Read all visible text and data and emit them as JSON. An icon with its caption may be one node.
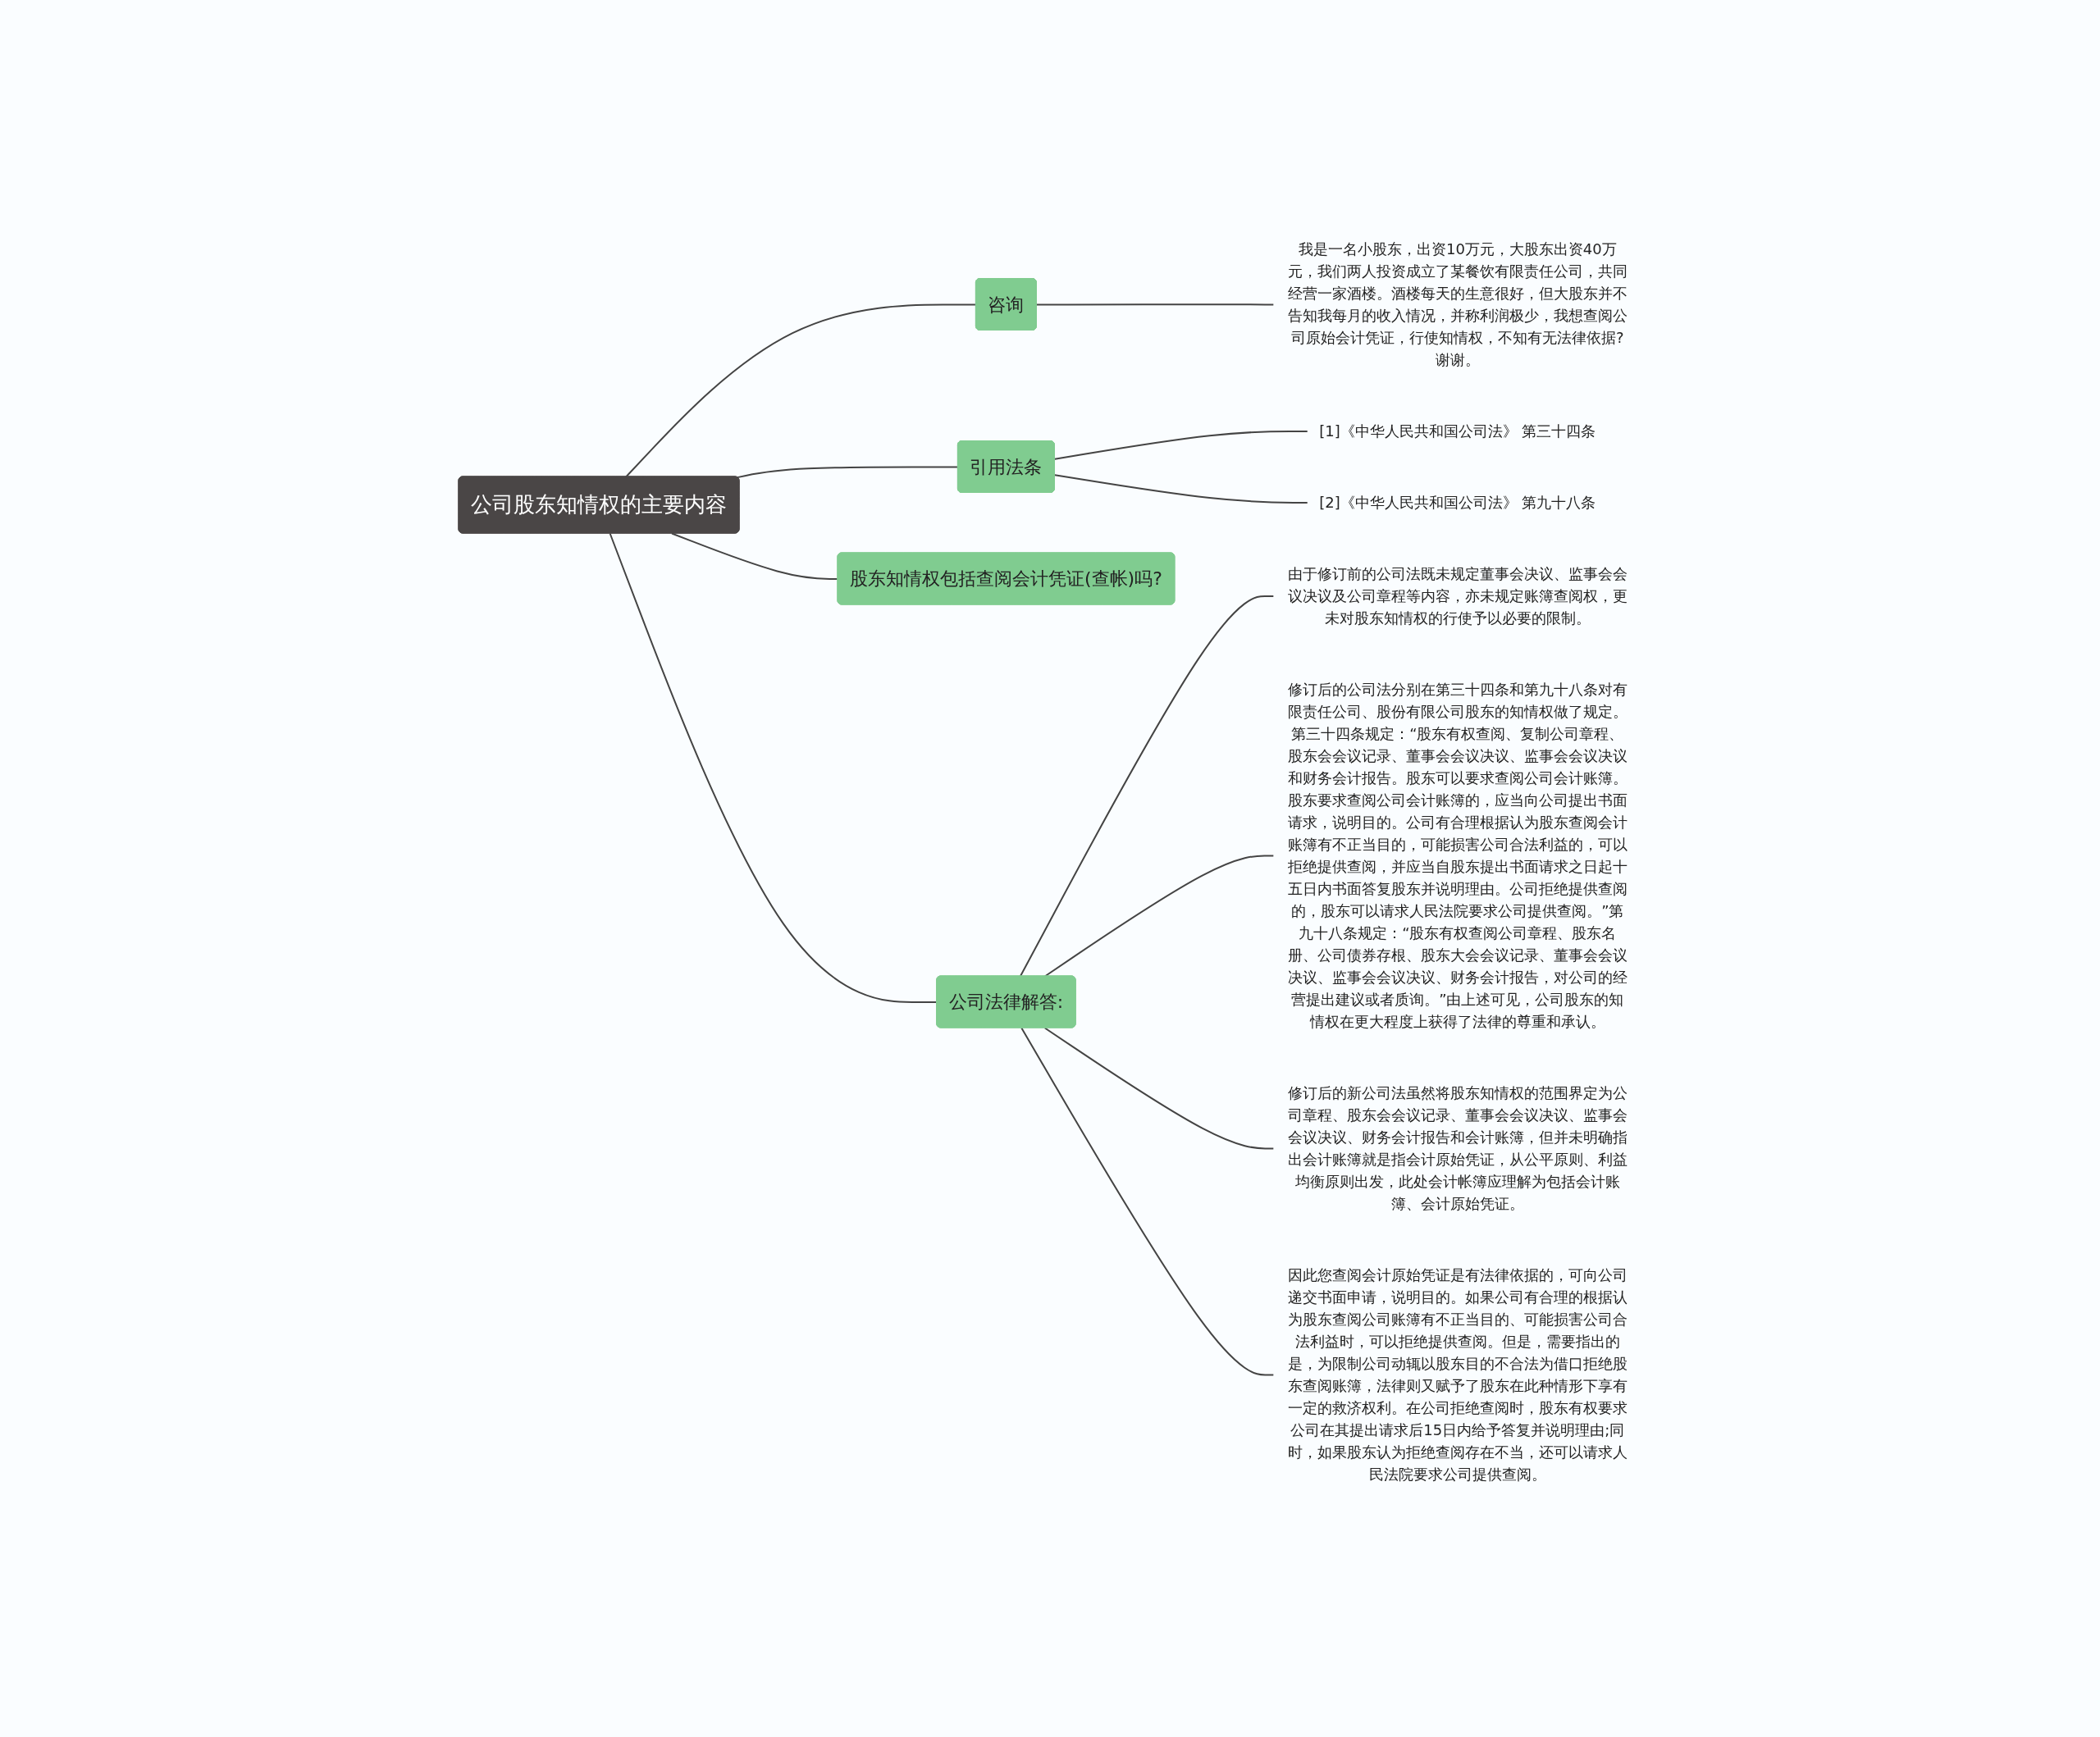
{
  "diagram": {
    "nodes": [
      {
        "text": [
          "公司股东知情权的主要内容"
        ]
      },
      {
        "text": [
          "咨询"
        ]
      },
      {
        "text": [
          "我是一名小股东，出资10万元，大股东出资40万元，我们两人投资成立了某餐饮有限责任公司，共同经营一家酒楼。酒楼每天的生意很好，但大股东并不告知我每月的收入情况，并称利润极少，我想查阅公司原始会计凭证，行使知情权，不知有无法律依据?谢谢。"
        ]
      },
      {
        "text": [
          "引用法条"
        ]
      },
      {
        "text": [
          "[1]《中华人民共和国公司法》 第三十四条"
        ]
      },
      {
        "text": [
          "[2]《中华人民共和国公司法》 第九十八条"
        ]
      },
      {
        "text": [
          "股东知情权包括查阅会计凭证(查帐)吗?"
        ]
      },
      {
        "text": [
          "公司法律解答:"
        ]
      },
      {
        "text": [
          "由于修订前的公司法既未规定董事会决议、监事会会议决议及公司章程等内容，亦未规定账簿查阅权，更未对股东知情权的行使予以必要的限制。"
        ]
      },
      {
        "text": [
          "修订后的公司法分别在第三十四条和第九十八条对有限责任公司、股份有限公司股东的知情权做了规定。第三十四条规定：“股东有权查阅、复制公司章程、股东会会议记录、董事会会议决议、监事会会议决议和财务会计报告。股东可以要求查阅公司会计账簿。股东要求查阅公司会计账簿的，应当向公司提出书面请求，说明目的。公司有合理根据认为股东查阅会计账簿有不正当目的，可能损害公司合法利益的，可以拒绝提供查阅，并应当自股东提出书面请求之日起十五日内书面答复股东并说明理由。公司拒绝提供查阅的，股东可以请求人民法院要求公司提供查阅。”第九十八条规定：“股东有权查阅公司章程、股东名册、公司债券存根、股东大会会议记录、董事会会议决议、监事会会议决议、财务会计报告，对公司的经营提出建议或者质询。”由上述可见，公司股东的知情权在更大程度上获得了法律的尊重和承认。"
        ]
      },
      {
        "text": [
          "修订后的新公司法虽然将股东知情权的范围界定为公司章程、股东会会议记录、董事会会议决议、监事会会议决议、财务会计报告和会计账簿，但并未明确指出会计账簿就是指会计原始凭证，从公平原则、利益均衡原则出发，此处会计帐簿应理解为包括会计账簿、会计原始凭证。"
        ]
      },
      {
        "text": [
          "因此您查阅会计原始凭证是有法律依据的，可向公司递交书面申请，说明目的。如果公司有合理的根据认为股东查阅公司账簿有不正当目的、可能损害公司合法利益时，可以拒绝提供查阅。但是，需要指出的是，为限制公司动辄以股东目的不合法为借口拒绝股东查阅账簿，法律则又赋予了股东在此种情形下享有一定的救济权利。在公司拒绝查阅时，股东有权要求公司在其提出请求后15日内给予答复并说明理由;同时，如果股东认为拒绝查阅存在不当，还可以请求人民法院要求公司提供查阅。"
        ]
      }
    ],
    "edges": [
      {
        "from": 0,
        "to": 1,
        "arrow": "none"
      },
      {
        "from": 1,
        "to": 2,
        "arrow": "none"
      },
      {
        "from": 0,
        "to": 3,
        "arrow": "none"
      },
      {
        "from": 3,
        "to": 4,
        "arrow": "none"
      },
      {
        "from": 3,
        "to": 5,
        "arrow": "none"
      },
      {
        "from": 0,
        "to": 6,
        "arrow": "none"
      },
      {
        "from": 0,
        "to": 7,
        "arrow": "none"
      },
      {
        "from": 7,
        "to": 8,
        "arrow": "none"
      },
      {
        "from": 7,
        "to": 9,
        "arrow": "none"
      },
      {
        "from": 7,
        "to": 10,
        "arrow": "none"
      },
      {
        "from": 7,
        "to": 11,
        "arrow": "none"
      }
    ]
  }
}
